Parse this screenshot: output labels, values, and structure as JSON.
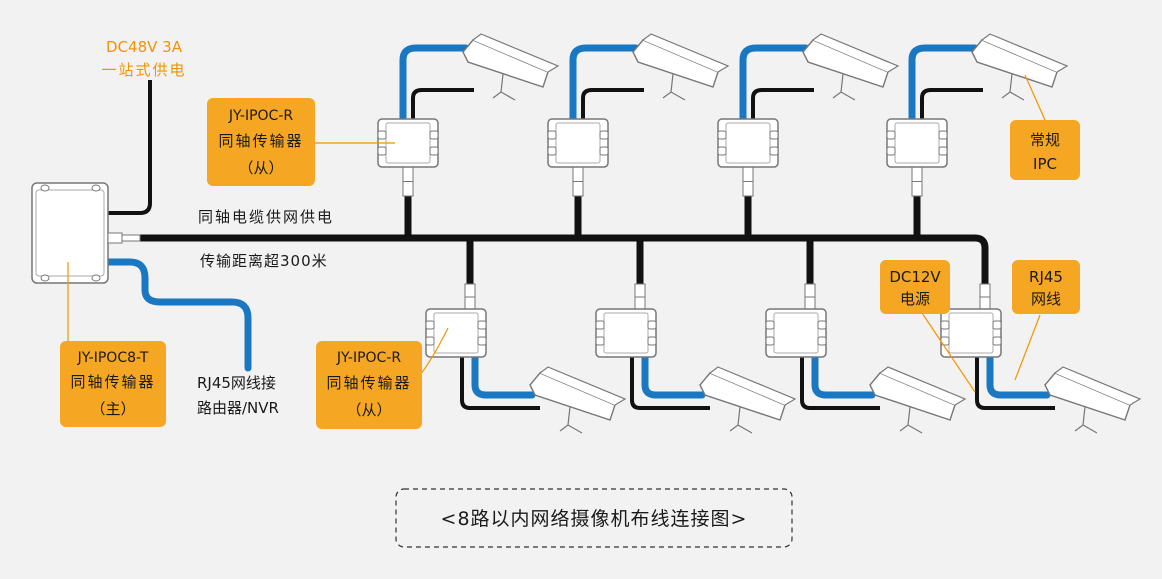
{
  "power_note": {
    "line1": "DC48V 3A",
    "line2": "一站式供电"
  },
  "master": {
    "line1": "JY-IPOC8-T",
    "line2": "同轴传输器",
    "line3": "（主）"
  },
  "slave_top": {
    "line1": "JY-IPOC-R",
    "line2": "同轴传输器",
    "line3": "（从）"
  },
  "slave_bottom": {
    "line1": "JY-IPOC-R",
    "line2": "同轴传输器",
    "line3": "（从）"
  },
  "coax_label_1": "同轴电缆供网供电",
  "coax_label_2": "传输距离超300米",
  "rj45_note": {
    "line1": "RJ45网线接",
    "line2": "路由器/NVR"
  },
  "ipc_note": {
    "line1": "常规",
    "line2": "IPC"
  },
  "dc12v_note": {
    "line1": "DC12V",
    "line2": "电源"
  },
  "rj45_cable_note": {
    "line1": "RJ45",
    "line2": "网线"
  },
  "caption": "<8路以内网络摄像机布线连接图>",
  "colors": {
    "background": "#f2f2f2",
    "coax": "#111111",
    "network": "#1a78c2",
    "callout_fill": "#f5a623",
    "callout_line": "#f29400",
    "device_stroke": "#777777",
    "device_fill": "#ffffff"
  }
}
